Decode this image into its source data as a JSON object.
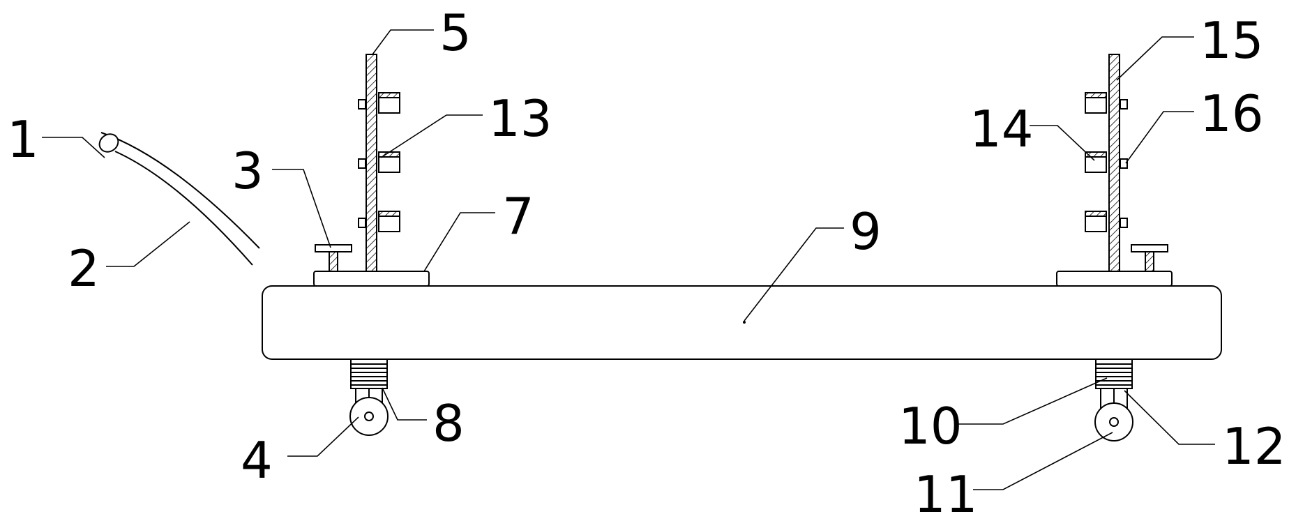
{
  "callouts": [
    {
      "id": "1",
      "text": "1"
    },
    {
      "id": "2",
      "text": "2"
    },
    {
      "id": "3",
      "text": "3"
    },
    {
      "id": "4",
      "text": "4"
    },
    {
      "id": "5",
      "text": "5"
    },
    {
      "id": "7",
      "text": "7"
    },
    {
      "id": "8",
      "text": "8"
    },
    {
      "id": "9",
      "text": "9"
    },
    {
      "id": "10",
      "text": "10"
    },
    {
      "id": "11",
      "text": "11"
    },
    {
      "id": "12",
      "text": "12"
    },
    {
      "id": "13",
      "text": "13"
    },
    {
      "id": "14",
      "text": "14"
    },
    {
      "id": "15",
      "text": "15"
    },
    {
      "id": "16",
      "text": "16"
    }
  ]
}
